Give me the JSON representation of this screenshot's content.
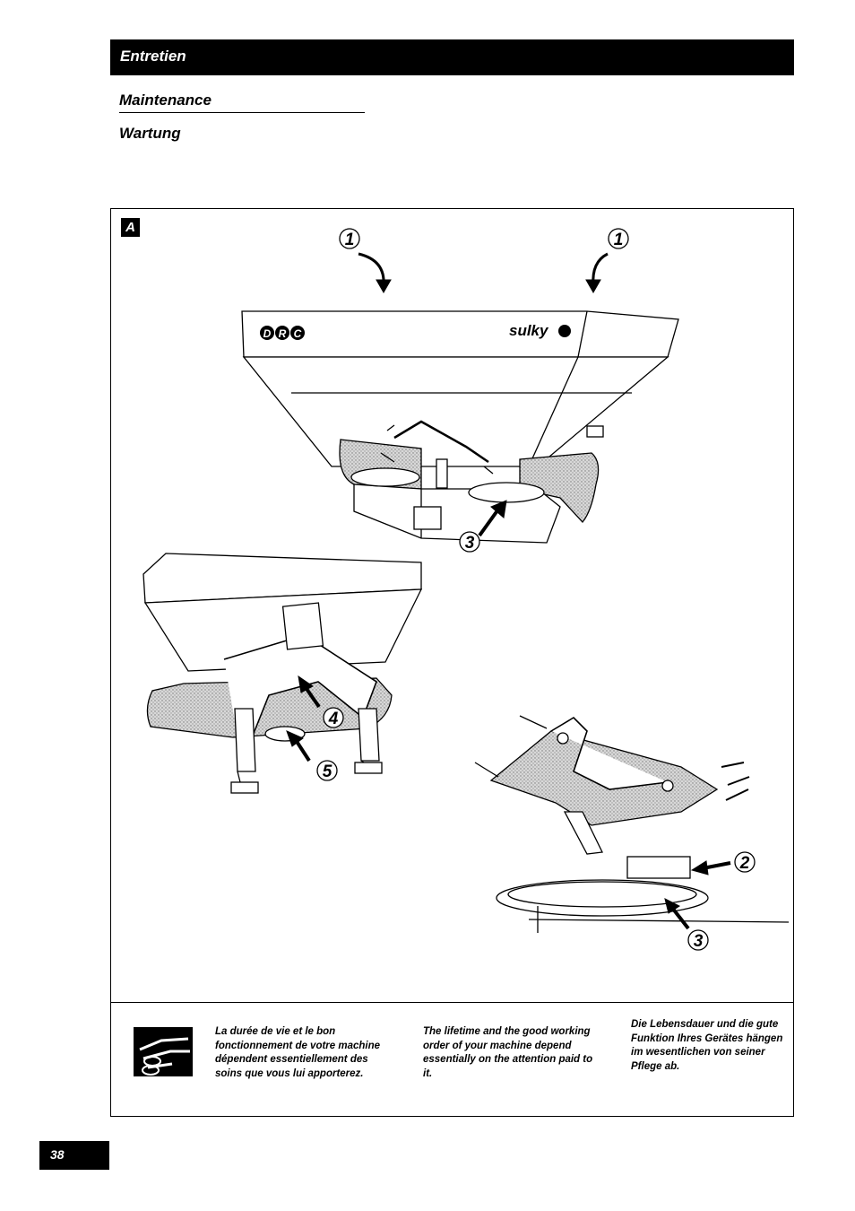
{
  "header": {
    "title": "Entretien"
  },
  "subtitles": {
    "en": "Maintenance",
    "de": "Wartung"
  },
  "figure": {
    "label": "A",
    "brand_left": "D R C",
    "brand_right": "sulky",
    "callouts": [
      "1",
      "1",
      "3",
      "4",
      "5",
      "2",
      "3"
    ]
  },
  "notes": {
    "fr": "La durée de vie et le bon fonctionnement de votre machine dépendent essentiellement des soins que vous lui apporterez.",
    "en": "The lifetime and the good working order of your machine depend essentially on the attention paid to it.",
    "de": "Die Lebensdauer und die gute Funktion Ihres Gerätes hängen im wesentlichen von seiner Pflege ab."
  },
  "footer": {
    "page_number": "38"
  }
}
